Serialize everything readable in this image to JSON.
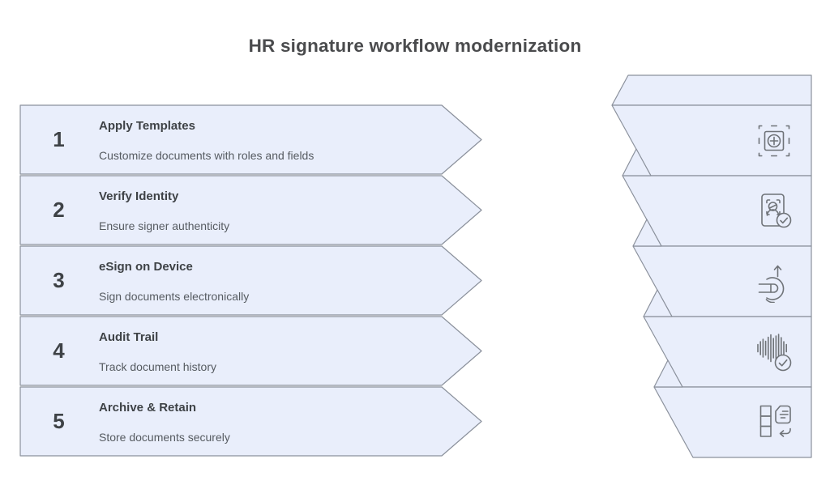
{
  "title": "HR signature workflow modernization",
  "steps": [
    {
      "number": "1",
      "title": "Apply Templates",
      "description": "Customize documents with roles and fields",
      "icon": "template-add-icon"
    },
    {
      "number": "2",
      "title": "Verify Identity",
      "description": "Ensure signer authenticity",
      "icon": "identity-verification-icon"
    },
    {
      "number": "3",
      "title": "eSign on Device",
      "description": "Sign documents electronically",
      "icon": "tap-to-sign-icon"
    },
    {
      "number": "4",
      "title": "Audit Trail",
      "description": "Track document history",
      "icon": "waveform-check-icon"
    },
    {
      "number": "5",
      "title": "Archive & Retain",
      "description": "Store documents securely",
      "icon": "archive-return-icon"
    }
  ],
  "colors": {
    "band_fill": "#e9eefb",
    "band_stroke": "#8b919c",
    "title_text": "#4a4b4d",
    "step_text": "#3e4246",
    "description_text": "#565b61",
    "icon_stroke": "#6f7378",
    "background": "#ffffff"
  }
}
